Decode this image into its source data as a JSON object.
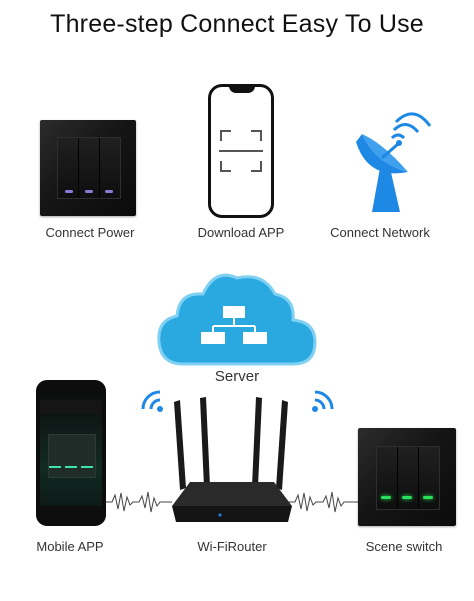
{
  "title": "Three-step Connect Easy To Use",
  "steps": [
    {
      "label": "Connect Power",
      "icon": "switch-panel-icon"
    },
    {
      "label": "Download  APP",
      "icon": "phone-scan-icon"
    },
    {
      "label": "Connect Network",
      "icon": "satellite-dish-icon"
    }
  ],
  "server": {
    "label": "Server",
    "icon": "cloud-network-icon"
  },
  "bottom": [
    {
      "label": "Mobile APP",
      "icon": "smartphone-icon"
    },
    {
      "label": "Wi-FiRouter",
      "icon": "router-icon"
    },
    {
      "label": "Scene switch",
      "icon": "scene-switch-icon"
    }
  ],
  "colors": {
    "blue": "#1e88e5",
    "cloud": "#2aa8e0",
    "led_purple": "#8a7bd6",
    "led_green": "#27e05b"
  }
}
